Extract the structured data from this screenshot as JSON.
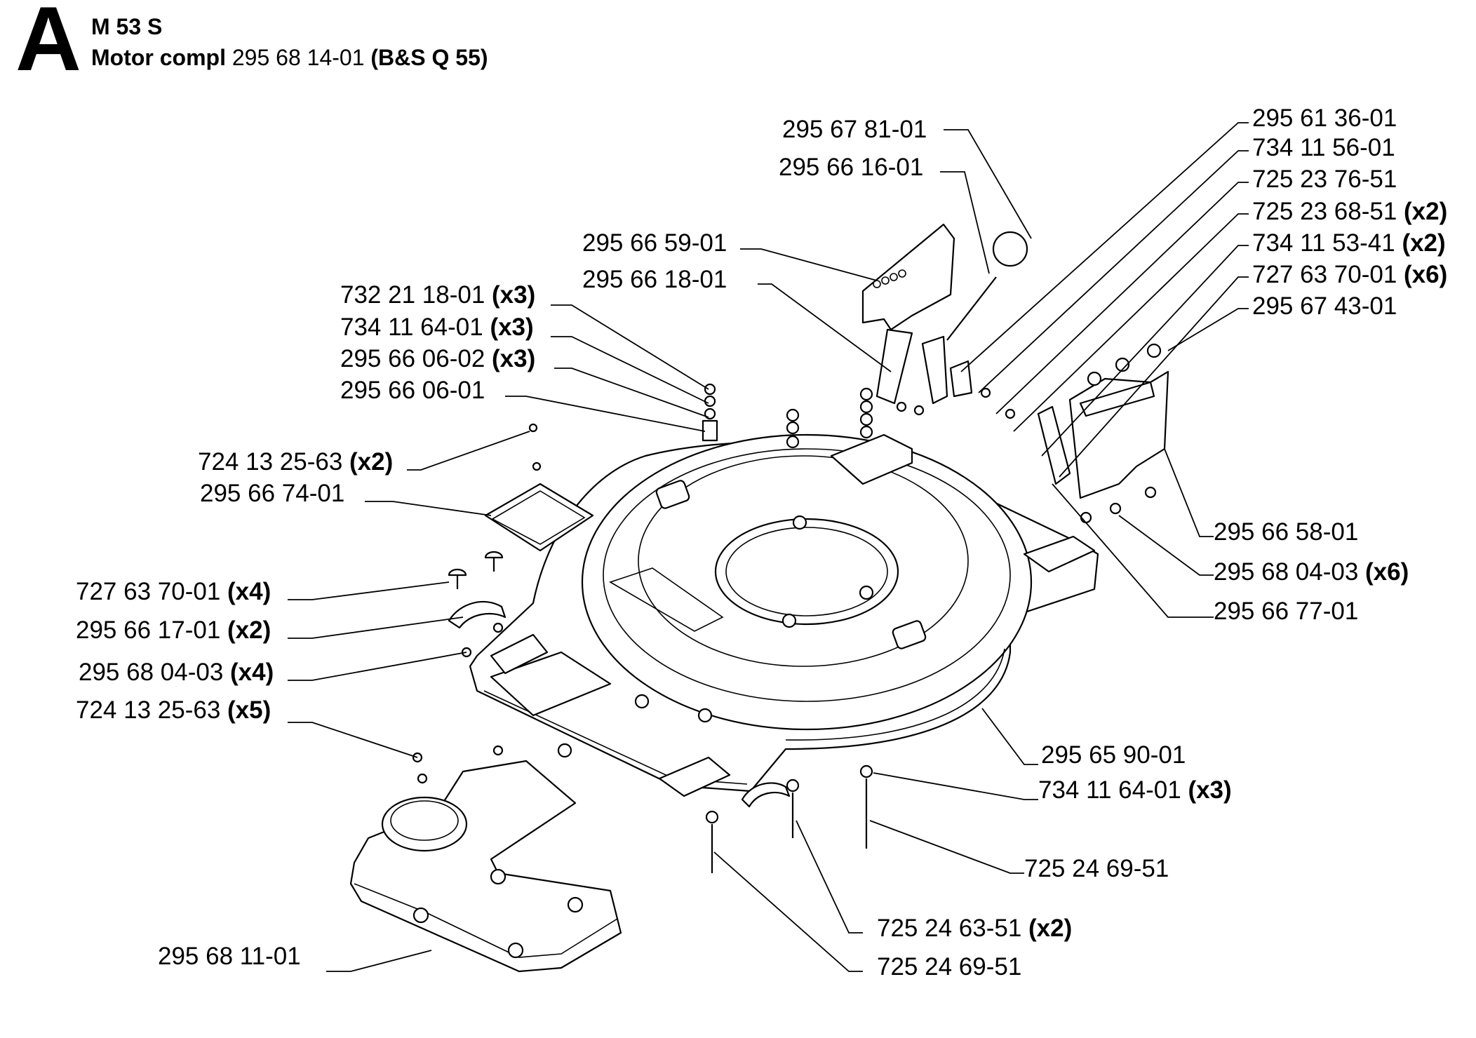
{
  "header": {
    "section_letter": "A",
    "model": "M 53 S",
    "assembly_bold": "Motor compl",
    "assembly_number": "295 68 14-01",
    "engine_bold": "(B&S Q 55)"
  },
  "labels": [
    {
      "id": "l01",
      "part": "295 67 81-01",
      "qty": ""
    },
    {
      "id": "l02",
      "part": "295 66 16-01",
      "qty": ""
    },
    {
      "id": "l03",
      "part": "295 61 36-01",
      "qty": ""
    },
    {
      "id": "l04",
      "part": "734 11 56-01",
      "qty": ""
    },
    {
      "id": "l05",
      "part": "725 23 76-51",
      "qty": ""
    },
    {
      "id": "l06",
      "part": "725 23 68-51",
      "qty": "(x2)"
    },
    {
      "id": "l07",
      "part": "734 11 53-41",
      "qty": "(x2)"
    },
    {
      "id": "l08",
      "part": "727 63 70-01",
      "qty": "(x6)"
    },
    {
      "id": "l09",
      "part": "295 67 43-01",
      "qty": ""
    },
    {
      "id": "l10",
      "part": "295 66 59-01",
      "qty": ""
    },
    {
      "id": "l11",
      "part": "295 66 18-01",
      "qty": ""
    },
    {
      "id": "l12",
      "part": "732 21 18-01",
      "qty": "(x3)"
    },
    {
      "id": "l13",
      "part": "734 11 64-01",
      "qty": "(x3)"
    },
    {
      "id": "l14",
      "part": "295 66 06-02",
      "qty": "(x3)"
    },
    {
      "id": "l15",
      "part": "295 66 06-01",
      "qty": ""
    },
    {
      "id": "l16",
      "part": "724 13 25-63",
      "qty": "(x2)"
    },
    {
      "id": "l17",
      "part": "295 66 74-01",
      "qty": ""
    },
    {
      "id": "l18",
      "part": "727 63 70-01",
      "qty": "(x4)"
    },
    {
      "id": "l19",
      "part": "295 66 17-01",
      "qty": "(x2)"
    },
    {
      "id": "l20",
      "part": "295 68 04-03",
      "qty": "(x4)"
    },
    {
      "id": "l21",
      "part": "724 13 25-63",
      "qty": "(x5)"
    },
    {
      "id": "l22",
      "part": "295 66 58-01",
      "qty": ""
    },
    {
      "id": "l23",
      "part": "295 68 04-03",
      "qty": "(x6)"
    },
    {
      "id": "l24",
      "part": "295 66 77-01",
      "qty": ""
    },
    {
      "id": "l25",
      "part": "295 65 90-01",
      "qty": ""
    },
    {
      "id": "l26",
      "part": "734 11 64-01",
      "qty": "(x3)"
    },
    {
      "id": "l27",
      "part": "725 24 69-51",
      "qty": ""
    },
    {
      "id": "l28",
      "part": "725 24 63-51",
      "qty": "(x2)"
    },
    {
      "id": "l29",
      "part": "725 24 69-51",
      "qty": ""
    },
    {
      "id": "l30",
      "part": "295 68 11-01",
      "qty": ""
    }
  ]
}
